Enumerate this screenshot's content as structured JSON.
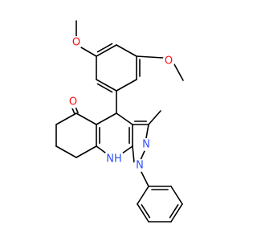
{
  "molecule": {
    "atoms": {
      "o_methoxy_top": "O",
      "o_methoxy_right": "O",
      "o_ketone": "O",
      "n_pyrazole": "N",
      "n_phenyl": "N",
      "nh": "NH"
    },
    "colors": {
      "bond": "#000000",
      "oxygen": "#ff0d0d",
      "nitrogen": "#3050f8",
      "background": "#ffffff"
    }
  }
}
